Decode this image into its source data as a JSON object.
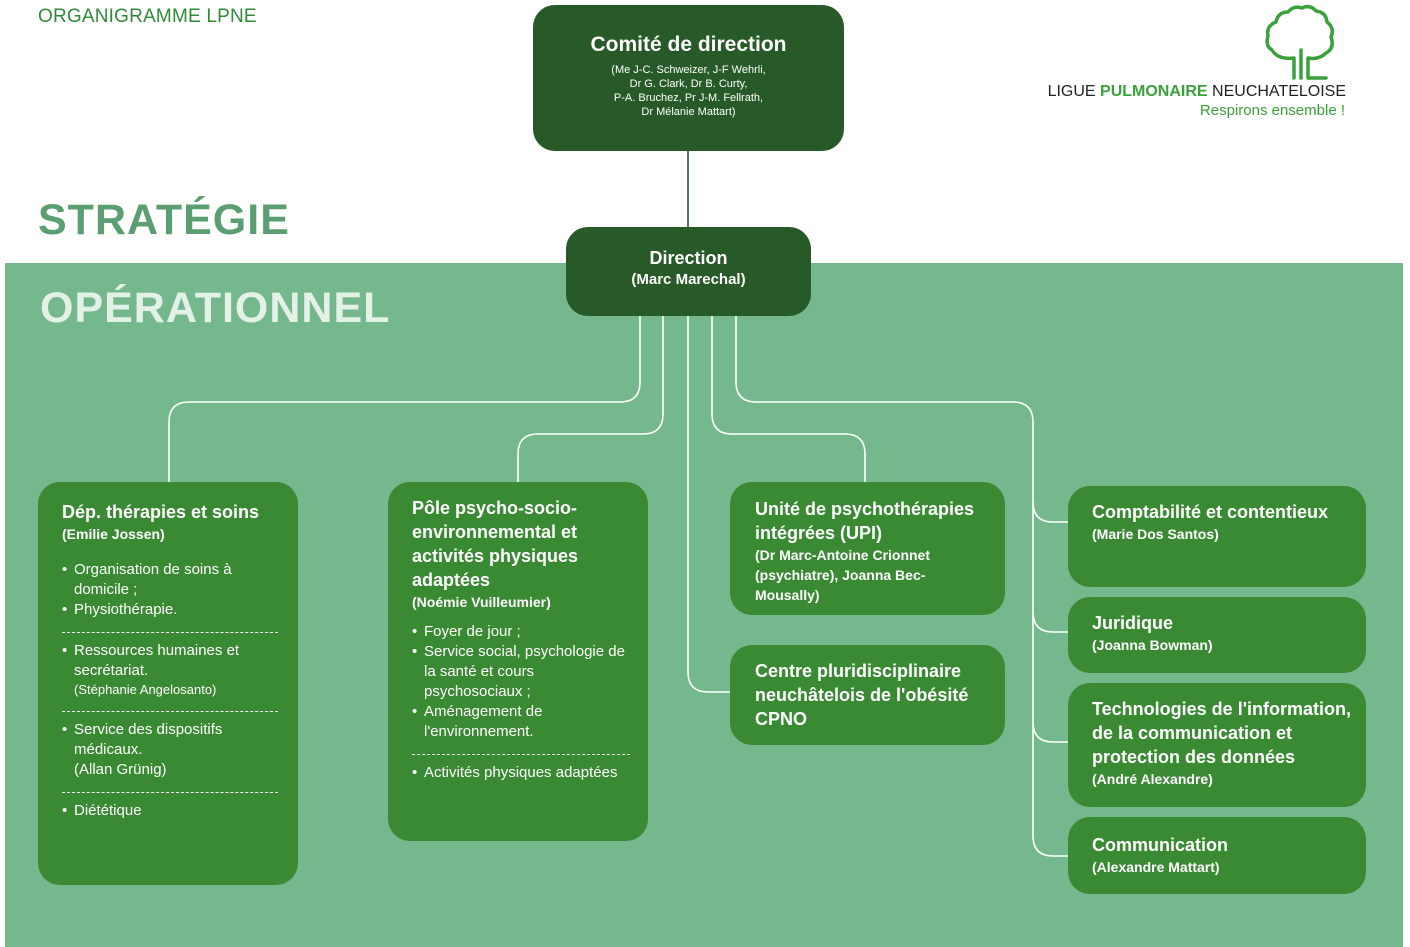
{
  "header": {
    "doc_title": "ORGANIGRAMME LPNE"
  },
  "logo": {
    "brand_plain_1": "LIGUE ",
    "brand_bold": "PULMONAIRE",
    "brand_plain_2": " NEUCHATELOISE",
    "tagline": "Respirons ensemble !"
  },
  "bands": {
    "strategie": "STRATÉGIE",
    "operationnel": "OPÉRATIONNEL"
  },
  "colors": {
    "dark_green": "#275a28",
    "box_green": "#3a8a34",
    "operational_bg": "#76b88e",
    "accent_green": "#3aa13b"
  },
  "comite": {
    "title": "Comité de direction",
    "members": [
      "(Me J-C. Schweizer, J-F Wehrli,",
      "Dr G. Clark, Dr B. Curty,",
      "P-A. Bruchez, Pr J-M. Fellrath,",
      "Dr Mélanie Mattart)"
    ]
  },
  "direction": {
    "title": "Direction",
    "person": "(Marc Marechal)"
  },
  "departments": {
    "dep": {
      "title": "Dép. thérapies et soins",
      "person": "(Emilie Jossen)",
      "g1": [
        "Organisation de soins à domicile ;",
        "Physiothérapie."
      ],
      "g2": "Ressources humaines et secrétariat.",
      "g2_note": "(Stéphanie Angelosanto)",
      "g3": "Service des dispositifs médicaux.",
      "g3_note": "(Allan Grünig)",
      "g4": "Diététique"
    },
    "pole": {
      "title": "Pôle psycho-socio-environnemental et activités physiques adaptées",
      "person": "(Noémie Vuilleumier)",
      "g1": [
        "Foyer de jour ;",
        "Service social, psychologie de la santé et cours psychosociaux ;",
        "Aménagement de l'environnement."
      ],
      "g2": "Activités physiques adaptées"
    },
    "upi": {
      "title": "Unité de psychothérapies intégrées (UPI)",
      "person": "(Dr Marc-Antoine Crionnet (psychiatre), Joanna Bec-Mousally)"
    },
    "cpno": {
      "title": "Centre pluridisciplinaire neuchâtelois de l'obésité CPNO"
    },
    "compta": {
      "title": "Comptabilité et contentieux",
      "person": "(Marie Dos Santos)"
    },
    "juri": {
      "title": "Juridique",
      "person": "(Joanna Bowman)"
    },
    "tech": {
      "title": "Technologies de l'information, de la communication et protection des données",
      "person": "(André Alexandre)"
    },
    "comm": {
      "title": "Communication",
      "person": "(Alexandre Mattart)"
    }
  }
}
